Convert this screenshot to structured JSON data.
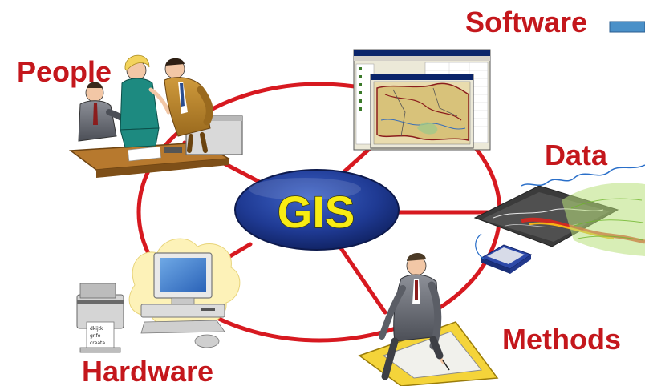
{
  "hub": {
    "label": "GIS"
  },
  "components": {
    "software": "Software",
    "people": "People",
    "data": "Data",
    "methods": "Methods",
    "hardware": "Hardware"
  },
  "colors": {
    "ring": "#d71920",
    "hub_fill": "#1f3a93",
    "hub_text": "#f7ec13",
    "label": "#c4171c",
    "software_marker": "#4a90c8"
  }
}
